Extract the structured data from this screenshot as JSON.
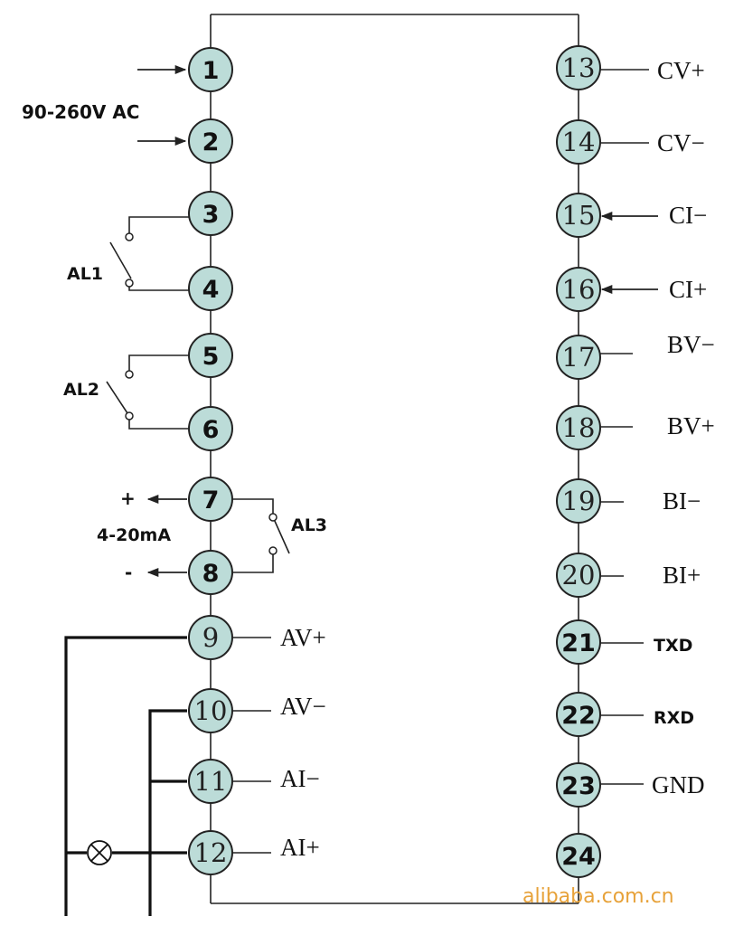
{
  "power": {
    "label": "90-260V AC"
  },
  "current_output": {
    "plus": "+",
    "range": "4-20mA",
    "minus": "-"
  },
  "relays": {
    "al1": "AL1",
    "al2": "AL2",
    "al3": "AL3"
  },
  "terminals_left": [
    "1",
    "2",
    "3",
    "4",
    "5",
    "6",
    "7",
    "8",
    "9",
    "10",
    "11",
    "12"
  ],
  "terminals_right": [
    "13",
    "14",
    "15",
    "16",
    "17",
    "18",
    "19",
    "20",
    "21",
    "22",
    "23",
    "24"
  ],
  "left_signals": {
    "av_plus": "AV+",
    "av_minus": "AV−",
    "ai_minus": "AI−",
    "ai_plus": "AI+"
  },
  "right_signals": {
    "cv_plus": "CV+",
    "cv_minus": "CV−",
    "ci_minus": "CI−",
    "ci_plus": "CI+",
    "bv_minus": "BV−",
    "bv_plus": "BV+",
    "bi_minus": "BI−",
    "bi_plus": "BI+",
    "txd": "TXD",
    "rxd": "RXD",
    "gnd": "GND"
  },
  "watermark": "alibaba.com.cn"
}
